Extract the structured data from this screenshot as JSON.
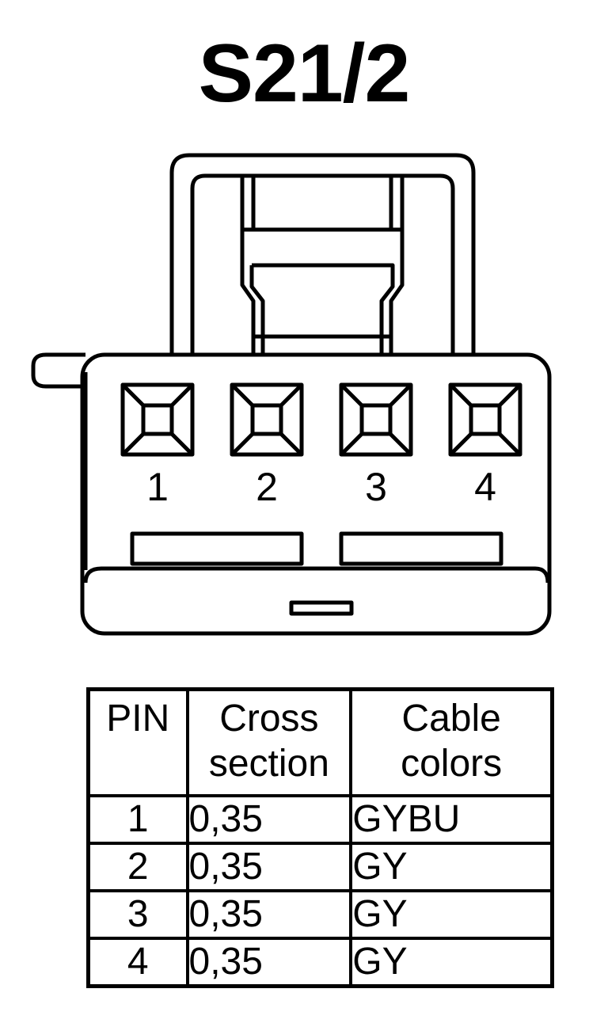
{
  "title": "S21/2",
  "connector": {
    "pins": [
      {
        "number": "1"
      },
      {
        "number": "2"
      },
      {
        "number": "3"
      },
      {
        "number": "4"
      }
    ]
  },
  "table": {
    "headers": {
      "pin": "PIN",
      "cross_section_line1": "Cross",
      "cross_section_line2": "section",
      "cable_colors_line1": "Cable",
      "cable_colors_line2": "colors"
    },
    "rows": [
      {
        "pin": "1",
        "cross_section": "0,35",
        "color": "GYBU"
      },
      {
        "pin": "2",
        "cross_section": "0,35",
        "color": "GY"
      },
      {
        "pin": "3",
        "cross_section": "0,35",
        "color": "GY"
      },
      {
        "pin": "4",
        "cross_section": "0,35",
        "color": "GY"
      }
    ]
  }
}
